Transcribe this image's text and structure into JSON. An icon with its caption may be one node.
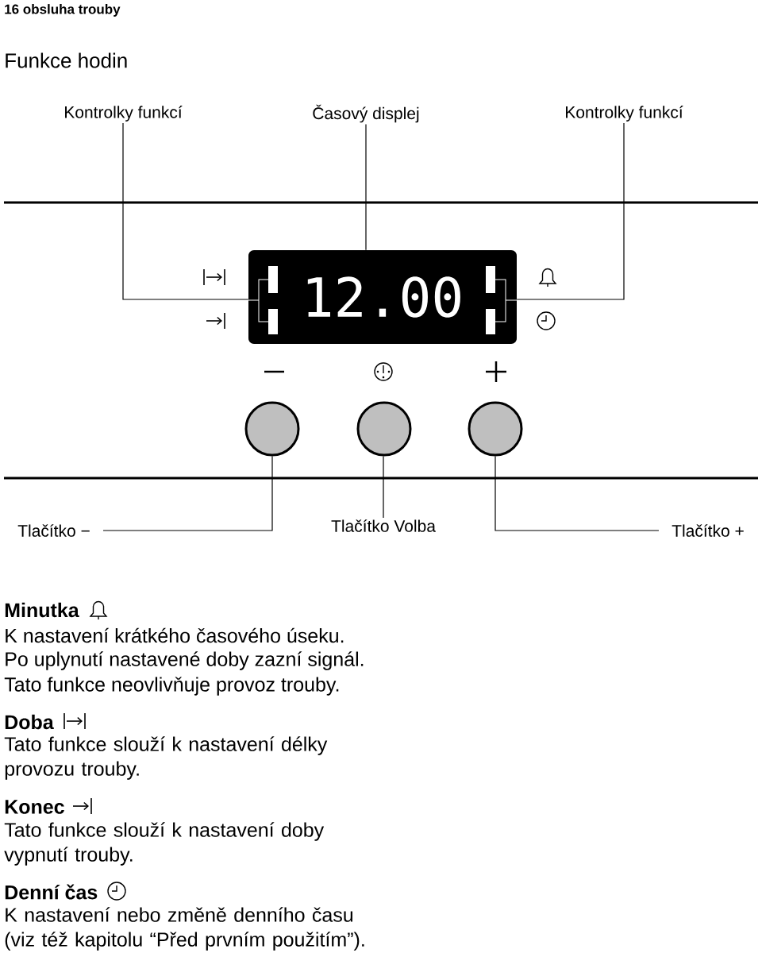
{
  "diagram": {
    "title": "Funkce hodin",
    "nodes": [
      {
        "text": [
          "Kontrolky funkcí"
        ]
      },
      {
        "text": [
          "Časový displej"
        ]
      },
      {
        "text": [
          "Kontrolky funkcí"
        ]
      },
      {
        "text": [
          "12.00"
        ]
      },
      {
        "text": [],
        "shape": "bar",
        "in": 3
      },
      {
        "text": [],
        "shape": "bar",
        "in": 3
      },
      {
        "text": [],
        "shape": "circle"
      },
      {
        "text": [],
        "shape": "circle"
      },
      {
        "text": [],
        "shape": "circle"
      },
      {
        "text": [
          "Tlačítko −"
        ]
      },
      {
        "text": [
          "Tlačítko Volba"
        ]
      },
      {
        "text": [
          "Tlačítko +"
        ]
      }
    ],
    "edges": [
      {
        "from": 0,
        "to": 4,
        "arrow": "none"
      },
      {
        "from": 1,
        "to": 3,
        "arrow": "none"
      },
      {
        "from": 2,
        "to": 5,
        "arrow": "none"
      },
      {
        "from": 9,
        "to": 6,
        "arrow": "none"
      },
      {
        "from": 10,
        "to": 7,
        "arrow": "none"
      },
      {
        "from": 11,
        "to": 8,
        "arrow": "none"
      }
    ],
    "labels": [
      "16 obsluha trouby",
      "Minutka",
      "K nastavení krátkého časového úseku.",
      "Po uplynutí nastavené doby zazní signál.",
      "Tato funkce neovlivňuje provoz trouby.",
      "Doba",
      "Tato funkce slouží k nastavení délky provozu trouby.",
      "Konec",
      "Tato funkce slouží k nastavení doby vypnutí trouby.",
      "Denní čas",
      "K nastavení nebo změně denního času (viz též kapitolu “Před prvním použitím”)."
    ]
  }
}
